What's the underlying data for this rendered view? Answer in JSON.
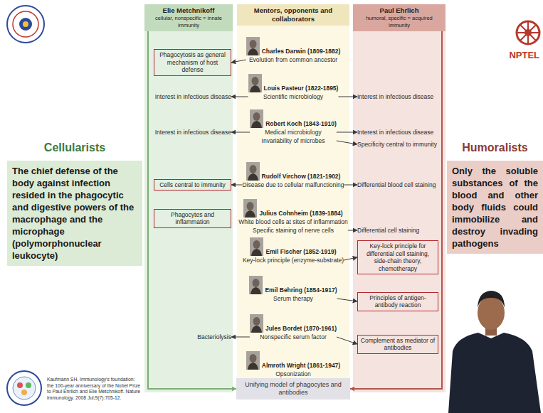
{
  "diagram": {
    "nodes": [
      {
        "text": [
          "Elie Metchnikoff",
          "cellular, nonspecific = innate immunity"
        ]
      },
      {
        "text": [
          "Mentors, opponents and collaborators"
        ]
      },
      {
        "text": [
          "Paul Ehrlich",
          "humoral, specific = acquired immunity"
        ]
      },
      {
        "text": [
          "Cellularists",
          "The chief defense of the body against infection resided in the phagocytic and digestive powers of the macrophage and the microphage (polymorphonuclear leukocyte)"
        ]
      },
      {
        "text": [
          "Humoralists",
          "Only the soluble substances of the blood and other body fluids could immobilize and destroy invading pathogens"
        ]
      },
      {
        "text": [
          "Charles Darwin (1809-1882)",
          "Evolution from common ancestor"
        ]
      },
      {
        "text": [
          "Phagocytosis as general mechanism of host defense"
        ]
      },
      {
        "text": [
          "Louis Pasteur (1822-1895)",
          "Scientific microbiology"
        ]
      },
      {
        "text": [
          "Interest in infectious disease"
        ]
      },
      {
        "text": [
          "Interest in infectious disease"
        ]
      },
      {
        "text": [
          "Robert Koch (1843-1910)",
          "Medical microbiology",
          "Invariability of microbes"
        ]
      },
      {
        "text": [
          "Interest in infectious disease"
        ]
      },
      {
        "text": [
          "Interest in infectious disease"
        ]
      },
      {
        "text": [
          "Specificity central to immunity"
        ]
      },
      {
        "text": [
          "Rudolf Virchow (1821-1902)",
          "Disease due to cellular malfunctioning"
        ]
      },
      {
        "text": [
          "Cells central to immunity"
        ]
      },
      {
        "text": [
          "Differential blood cell staining"
        ]
      },
      {
        "text": [
          "Julius Cohnheim (1839-1884)",
          "White blood cells at sites of inflammation",
          "Specific staining of nerve cells"
        ]
      },
      {
        "text": [
          "Phagocytes and inflammation"
        ]
      },
      {
        "text": [
          "Differential cell staining"
        ]
      },
      {
        "text": [
          "Emil Fischer (1852-1919)",
          "Key-lock principle (enzyme-substrate)"
        ]
      },
      {
        "text": [
          "Key-lock principle for differential cell staining, side-chain theory, chemotherapy"
        ]
      },
      {
        "text": [
          "Emil Behring (1854-1917)",
          "Serum therapy"
        ]
      },
      {
        "text": [
          "Principles of antigen-antibody reaction"
        ]
      },
      {
        "text": [
          "Jules Bordet (1870-1961)",
          "Nonspecific serum factor"
        ]
      },
      {
        "text": [
          "Bacteriolysis"
        ]
      },
      {
        "text": [
          "Complement as mediator of antibodies"
        ]
      },
      {
        "text": [
          "Almroth Wright (1861-1947)",
          "Opsonization"
        ]
      },
      {
        "text": [
          "Unifying model of phagocytes and antibodies"
        ]
      }
    ],
    "edges": [
      {
        "from": 5,
        "to": 6,
        "arrow": "to"
      },
      {
        "from": 7,
        "to": 8,
        "arrow": "to"
      },
      {
        "from": 7,
        "to": 9,
        "arrow": "to"
      },
      {
        "from": 10,
        "to": 11,
        "arrow": "to"
      },
      {
        "from": 10,
        "to": 12,
        "arrow": "to"
      },
      {
        "from": 10,
        "to": 13,
        "arrow": "to"
      },
      {
        "from": 14,
        "to": 15,
        "arrow": "to"
      },
      {
        "from": 14,
        "to": 16,
        "arrow": "to"
      },
      {
        "from": 17,
        "to": 19,
        "arrow": "to"
      },
      {
        "from": 20,
        "to": 21,
        "arrow": "to"
      },
      {
        "from": 22,
        "to": 23,
        "arrow": "to"
      },
      {
        "from": 24,
        "to": 25,
        "arrow": "to"
      },
      {
        "from": 24,
        "to": 26,
        "arrow": "to"
      },
      {
        "from": 0,
        "to": 28,
        "arrow": "to"
      },
      {
        "from": 2,
        "to": 28,
        "arrow": "to"
      }
    ],
    "labels": [
      "NPTEL",
      "Kaufmann SH. Immunology's foundation: the 100-year anniversary of the Nobel Prize to Paul Ehrlich and Elie Metchnikoff. Nature immunology. 2008 Jul;9(7):705-12."
    ]
  }
}
